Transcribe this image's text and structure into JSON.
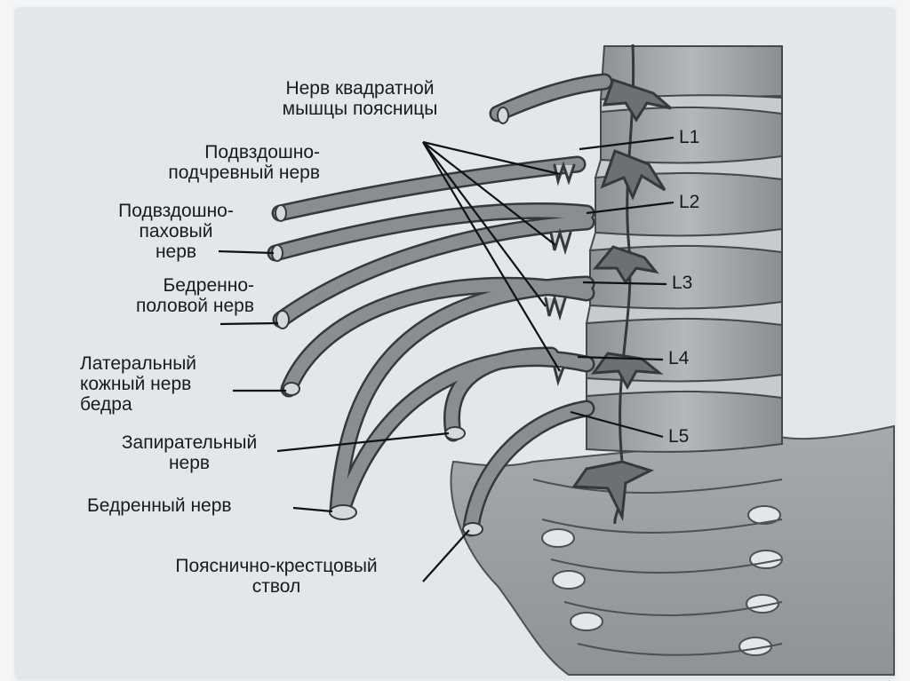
{
  "labels": {
    "quadratus": "Нерв квадратной\nмышцы поясницы",
    "iliohypogastric": "Подвздошно-\nподчревный нерв",
    "ilioinguinal": "Подвздошно-\nпаховый\nнерв",
    "genitofemoral": "Бедренно-\nполовой нерв",
    "lateral_cutaneous": "Латеральный\nкожный нерв\nбедра",
    "obturator": "Запирательный\nнерв",
    "femoral": "Бедренный нерв",
    "lumbosacral": "Пояснично-крестцовый\nствол"
  },
  "levels": [
    "L1",
    "L2",
    "L3",
    "L4",
    "L5"
  ],
  "colors": {
    "background": "#e3e7ea",
    "vertebra": "#a9adb1",
    "nerve": "#75797d",
    "ink": "#1a1a1a"
  }
}
